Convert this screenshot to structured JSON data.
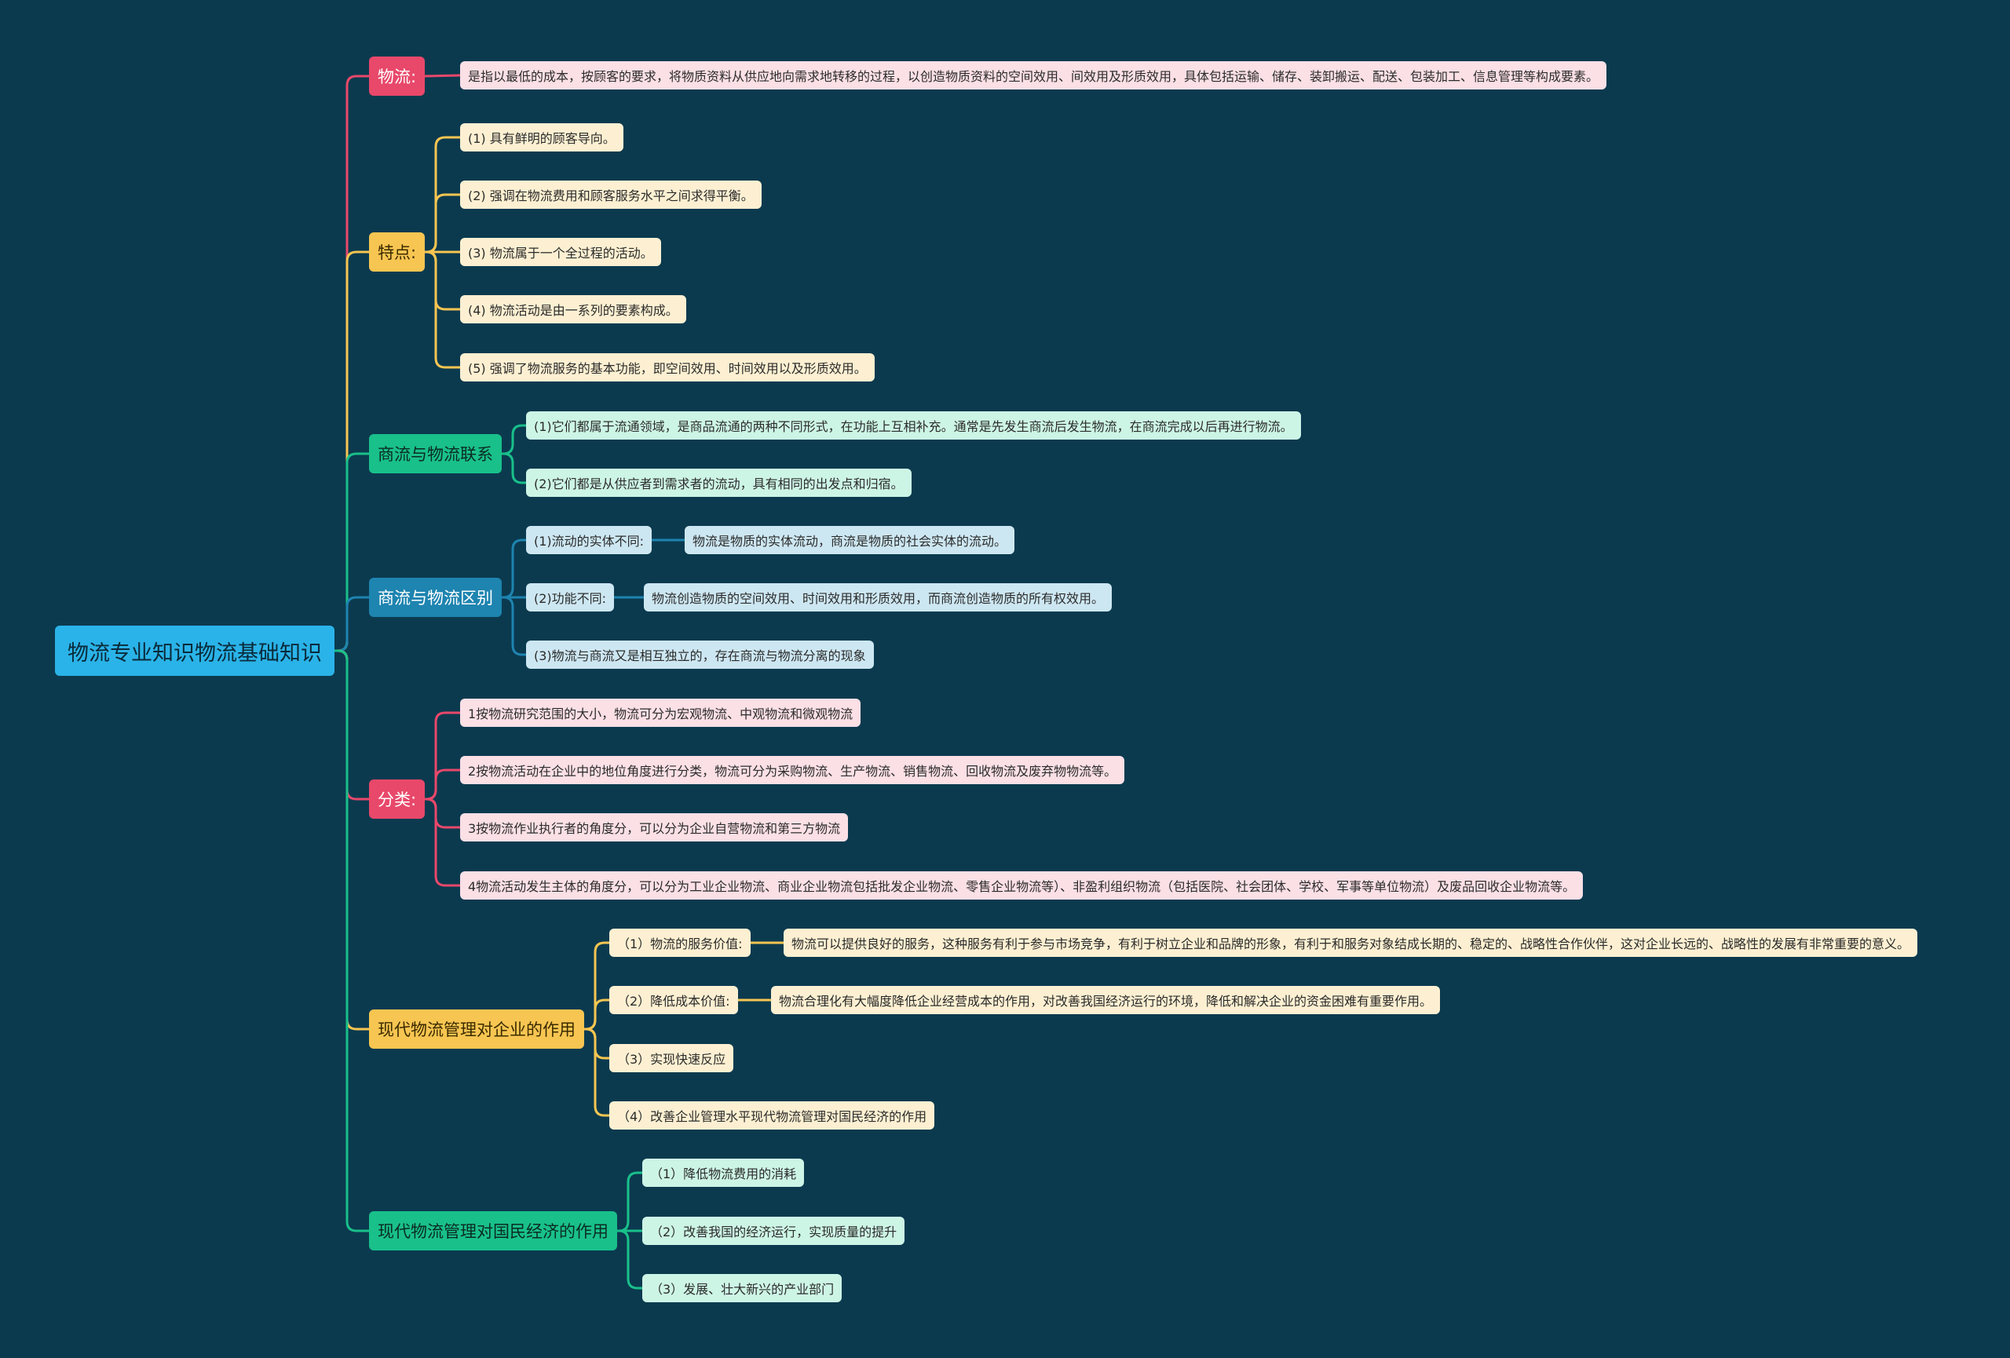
{
  "root": {
    "label": "物流专业知识物流基础知识"
  },
  "palette": {
    "background": "#0b3a4f",
    "pink": "#e8486a",
    "yellow": "#f7c551",
    "green": "#19c08a",
    "blue": "#1e84b0",
    "root": "#2ab3e8"
  },
  "branches": {
    "def": {
      "label": "物流:",
      "color": "pink"
    },
    "feat": {
      "label": "特点:",
      "color": "yellow"
    },
    "link": {
      "label": "商流与物流联系",
      "color": "green"
    },
    "diff": {
      "label": "商流与物流区别",
      "color": "blue"
    },
    "cls": {
      "label": "分类:",
      "color": "pink"
    },
    "ent": {
      "label": "现代物流管理对企业的作用",
      "color": "yellow"
    },
    "eco": {
      "label": "现代物流管理对国民经济的作用",
      "color": "green"
    }
  },
  "leaves": {
    "def_1": "是指以最低的成本，按顾客的要求，将物质资料从供应地向需求地转移的过程，以创造物质资料的空间效用、间效用及形质效用，具体包括运输、储存、装卸搬运、配送、包装加工、信息管理等构成要素。",
    "feat_1": "(1) 具有鲜明的顾客导向。",
    "feat_2": "(2) 强调在物流费用和顾客服务水平之间求得平衡。",
    "feat_3": "(3) 物流属于一个全过程的活动。",
    "feat_4": "(4) 物流活动是由一系列的要素构成。",
    "feat_5": "(5) 强调了物流服务的基本功能，即空间效用、时间效用以及形质效用。",
    "link_1": "(1)它们都属于流通领域，是商品流通的两种不同形式，在功能上互相补充。通常是先发生商流后发生物流，在商流完成以后再进行物流。",
    "link_2": "(2)它们都是从供应者到需求者的流动，具有相同的出发点和归宿。",
    "diff_1": "(1)流动的实体不同:",
    "diff_1a": "物流是物质的实体流动，商流是物质的社会实体的流动。",
    "diff_2": "(2)功能不同:",
    "diff_2a": "物流创造物质的空间效用、时间效用和形质效用，而商流创造物质的所有权效用。",
    "diff_3": "(3)物流与商流又是相互独立的，存在商流与物流分离的现象",
    "cls_1": "1按物流研究范围的大小，物流可分为宏观物流、中观物流和微观物流",
    "cls_2": "2按物流活动在企业中的地位角度进行分类，物流可分为采购物流、生产物流、销售物流、回收物流及废弃物物流等。",
    "cls_3": "3按物流作业执行者的角度分，可以分为企业自营物流和第三方物流",
    "cls_4": "4物流活动发生主体的角度分，可以分为工业企业物流、商业企业物流包括批发企业物流、零售企业物流等）、非盈利组织物流（包括医院、社会团体、学校、军事等单位物流）及废品回收企业物流等。",
    "ent_1": "（1）物流的服务价值:",
    "ent_1a": "物流可以提供良好的服务，这种服务有利于参与市场竞争，有利于树立企业和品牌的形象，有利于和服务对象结成长期的、稳定的、战略性合作伙伴，这对企业长远的、战略性的发展有非常重要的意义。",
    "ent_2": "（2）降低成本价值:",
    "ent_2a": "物流合理化有大幅度降低企业经营成本的作用，对改善我国经济运行的环境，降低和解决企业的资金困难有重要作用。",
    "ent_3": "（3）实现快速反应",
    "ent_4": "（4）改善企业管理水平现代物流管理对国民经济的作用",
    "eco_1": "（1）降低物流费用的消耗",
    "eco_2": "（2）改善我国的经济运行，实现质量的提升",
    "eco_3": "（3）发展、壮大新兴的产业部门"
  }
}
